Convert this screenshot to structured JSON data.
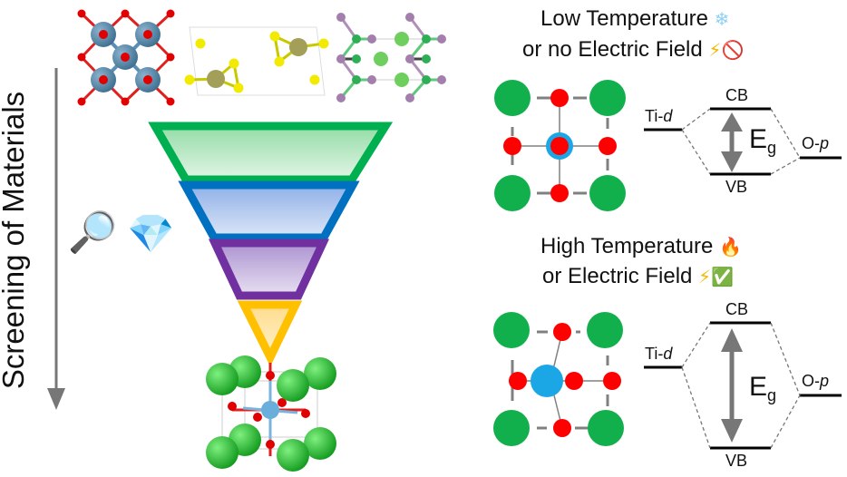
{
  "side_axis": {
    "label": "Screening of Materials",
    "arrow_color": "#777777"
  },
  "funnel": {
    "stages": [
      {
        "name": "stage-1",
        "stroke": "#00b050",
        "fill": "#a8e0b4"
      },
      {
        "name": "stage-2",
        "stroke": "#0070c0",
        "fill": "#9db8e8"
      },
      {
        "name": "stage-3",
        "stroke": "#7030a0",
        "fill": "#b9a0d6"
      },
      {
        "name": "stage-4",
        "stroke": "#ffc000",
        "fill": "#ffe0a0"
      }
    ],
    "icons": [
      "magnifying-glass",
      "gem"
    ],
    "icon_glyphs": [
      "🔍",
      "💎"
    ]
  },
  "top_structures": [
    "oxide-octahedral-structure",
    "yellow-cluster-structure",
    "green-purple-layered-structure"
  ],
  "low_panel": {
    "title_line1": "Low Temperature",
    "title_line2": "or no Electric Field",
    "title_icons": [
      "❄",
      "⚡",
      "🚫"
    ],
    "left_level": "Ti-",
    "left_level_italic": "d",
    "right_level": "O-",
    "right_level_italic": "p",
    "cb": "CB",
    "vb": "VB",
    "gap": "E",
    "gap_sub": "g"
  },
  "high_panel": {
    "title_line1": "High Temperature",
    "title_line2": "or Electric Field",
    "title_icons": [
      "🔥",
      "⚡",
      "✅"
    ],
    "left_level": "Ti-",
    "left_level_italic": "d",
    "right_level": "O-",
    "right_level_italic": "p",
    "cb": "CB",
    "vb": "VB",
    "gap": "E",
    "gap_sub": "g"
  },
  "colors": {
    "A_site": "#12b04c",
    "O": "#ff0000",
    "Ti": "#1ba6e6",
    "bond": "#808080"
  }
}
